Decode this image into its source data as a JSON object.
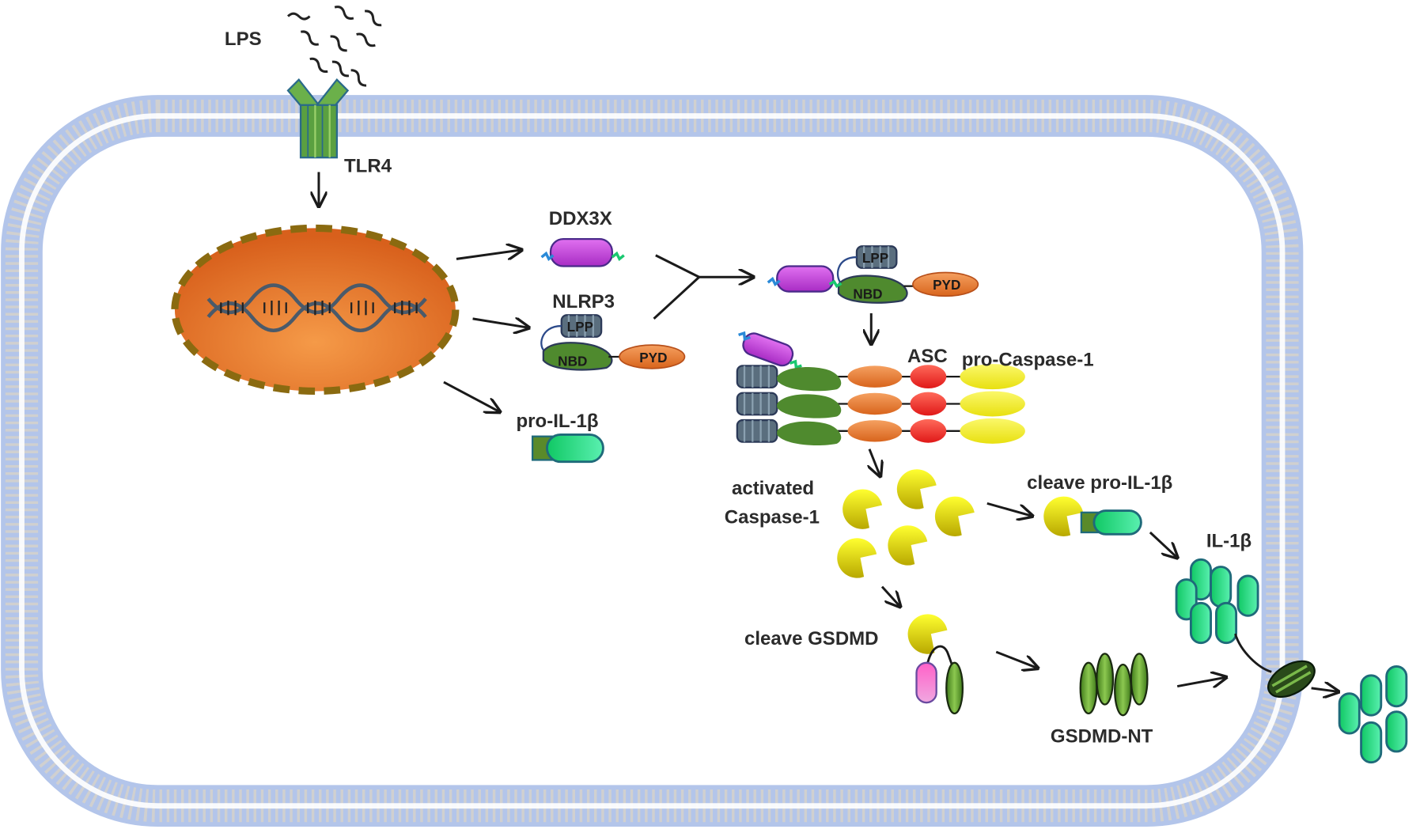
{
  "title": "LPS-induced NLRP3 inflammasome activation and pyroptosis pathway",
  "colors": {
    "membrane_head": "#a9bde6",
    "membrane_tail": "#9a9a9a",
    "nucleus_fill": "#e8742a",
    "nucleus_border": "#8a6a10",
    "ddx3x": "#c040d8",
    "nbd": "#4f8a2e",
    "lrr": "#5a6e7e",
    "pyd": "#e0782a",
    "asc": "#ee2b2b",
    "procaspase": "#f2ee2a",
    "caspase": "#f0e400",
    "il1b": "#22d67a",
    "gsdmd_c": "#ee5fb8",
    "gsdmd_nt": "#5f9a2a"
  },
  "labels": {
    "lps": "LPS",
    "tlr4": "TLR4",
    "ddx3x": "DDX3X",
    "nlrp3": "NLRP3",
    "lrr": "LPP",
    "nbd": "NBD",
    "pyd": "PYD",
    "pro_il1b": "pro-IL-1β",
    "asc": "ASC",
    "pro_caspase1": "pro-Caspase-1",
    "activated_line1": "activated",
    "activated_line2": "Caspase-1",
    "cleave_pro_il1b": "cleave pro-IL-1β",
    "il1b": "IL-1β",
    "cleave_gsdmd": "cleave GSDMD",
    "gsdmd_nt": "GSDMD-NT"
  }
}
